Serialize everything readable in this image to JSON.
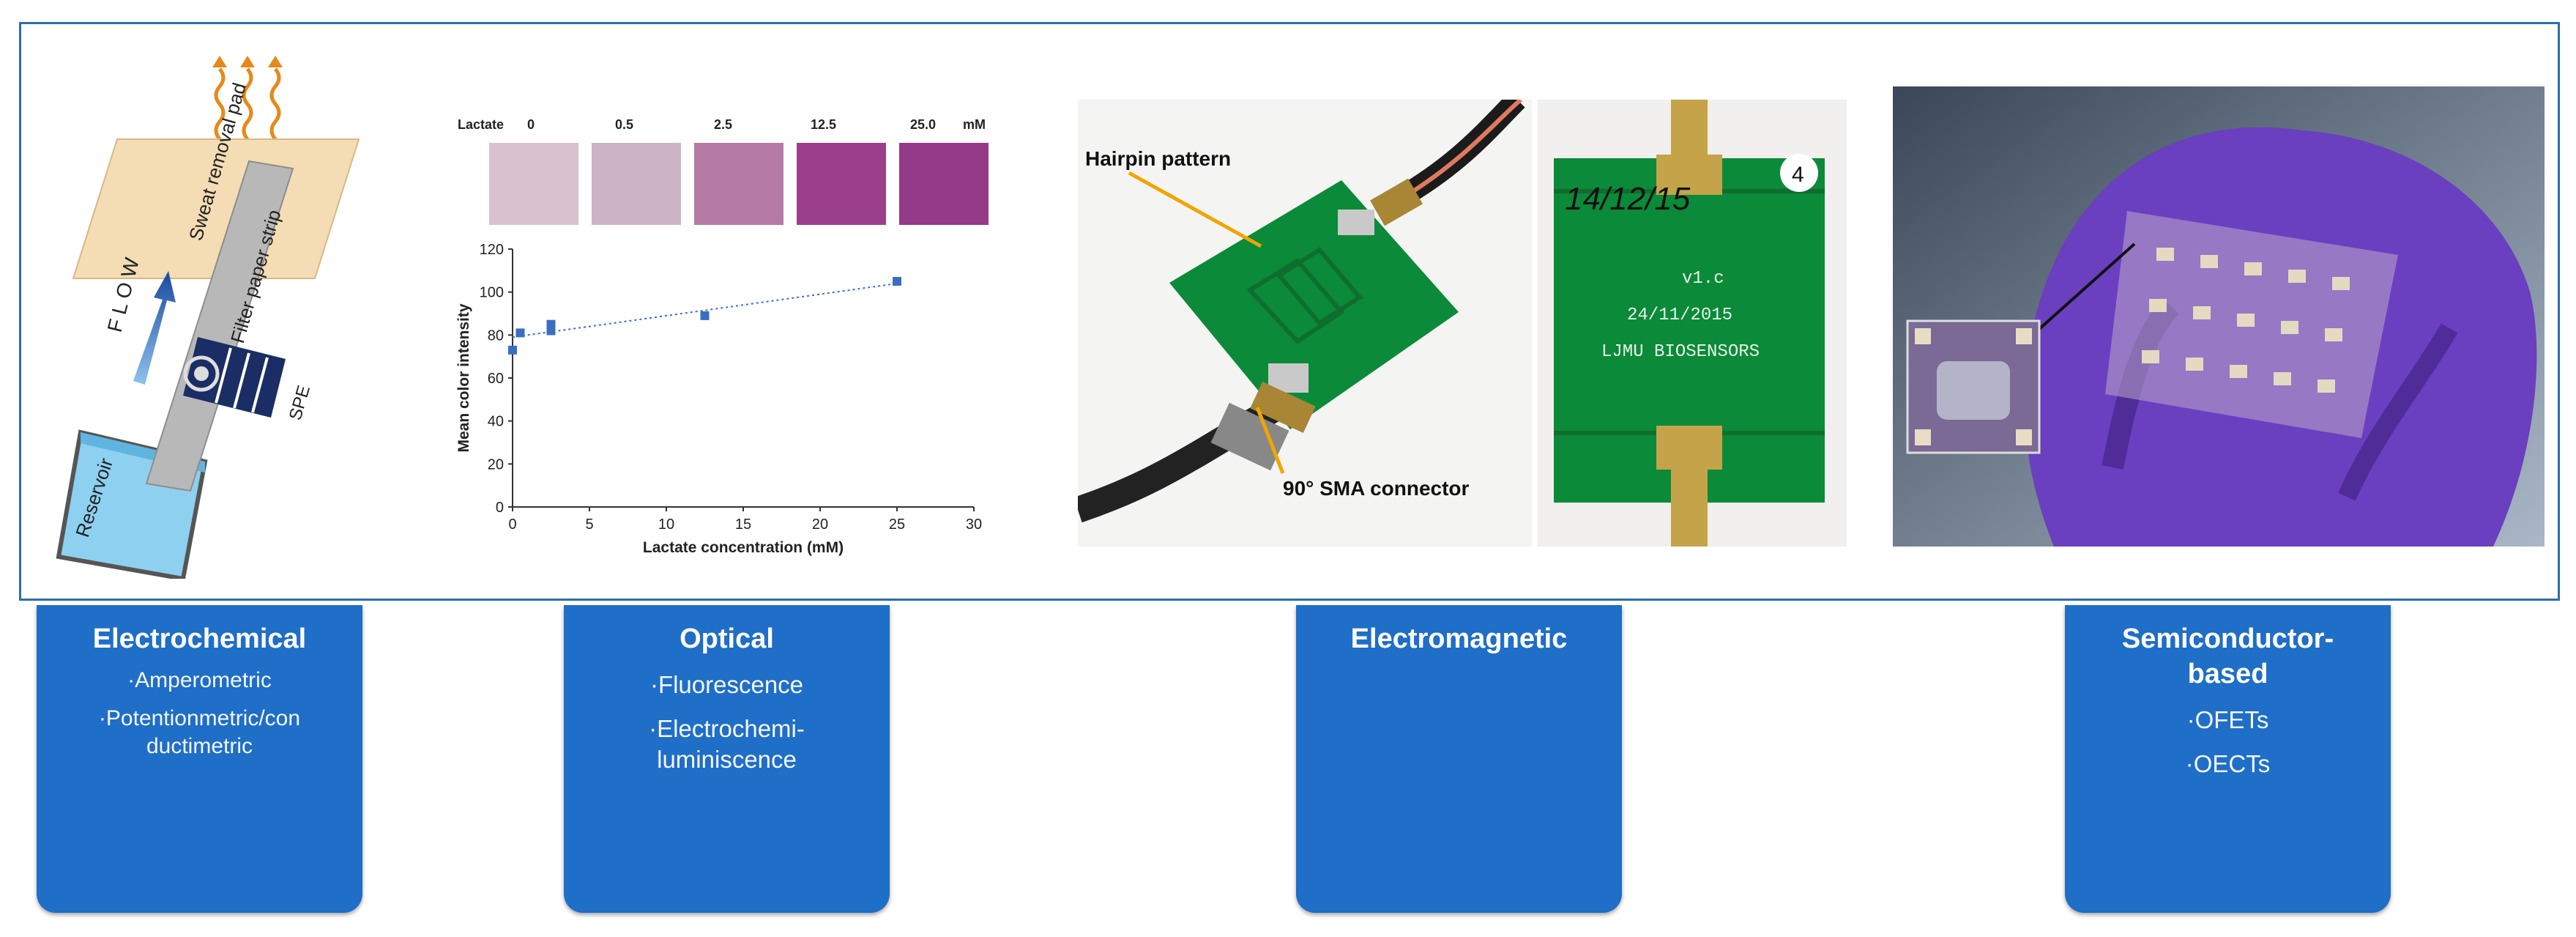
{
  "panel1": {
    "labels": {
      "sweat_removal_pad": "Sweat removal pad",
      "filter_paper_strip": "Filter paper strip",
      "flow": "F L O W",
      "spe": "SPE",
      "reservoir": "Reservoir"
    }
  },
  "panel2": {
    "swatch_label": "Lactate",
    "swatch_unit": "mM",
    "swatch_concentrations": [
      "0",
      "0.5",
      "2.5",
      "12.5",
      "25.0"
    ],
    "swatch_colors": [
      "#d9c1cf",
      "#cdb3c6",
      "#b47aa5",
      "#9c3f8b",
      "#943a88"
    ]
  },
  "chart_data": {
    "type": "scatter",
    "x": [
      0,
      0.5,
      2.5,
      2.5,
      12.5,
      25
    ],
    "y": [
      73,
      81,
      82,
      85,
      89,
      105
    ],
    "trendline": {
      "x": [
        0,
        25
      ],
      "y": [
        79,
        104
      ],
      "style": "dotted"
    },
    "xlabel": "Lactate concentration (mM)",
    "ylabel": "Mean color intensity",
    "xlim": [
      0,
      30
    ],
    "ylim": [
      0,
      120
    ],
    "xticks": [
      "0",
      "5",
      "10",
      "15",
      "20",
      "25",
      "30"
    ],
    "yticks": [
      "0",
      "20",
      "40",
      "60",
      "80",
      "100",
      "120"
    ],
    "color": "#3a6fc0"
  },
  "panel3": {
    "hairpin_label": "Hairpin pattern",
    "sma_label": "90° SMA connector",
    "board_date": "14/12/15",
    "board_number": "4",
    "board_version": "v1.c",
    "board_date2": "24/11/2015",
    "board_name": "LJMU BIOSENSORS"
  },
  "categories": [
    {
      "title": "Electrochemical",
      "items": [
        "·Amperometric",
        "·Potentionmetric/con ductimetric"
      ]
    },
    {
      "title": "Optical",
      "items": [
        "·Fluorescence",
        "·Electrochemi- luminiscence"
      ]
    },
    {
      "title": "Electromagnetic",
      "items": []
    },
    {
      "title": "Semiconductor- based",
      "items": [
        "·OFETs",
        "·OECTs"
      ]
    }
  ],
  "colors": {
    "frame": "#2a6fb0",
    "category_box": "#1f6ec7",
    "pcb_green": "#0b8a3a",
    "glove_purple": "#6a3fc0"
  }
}
